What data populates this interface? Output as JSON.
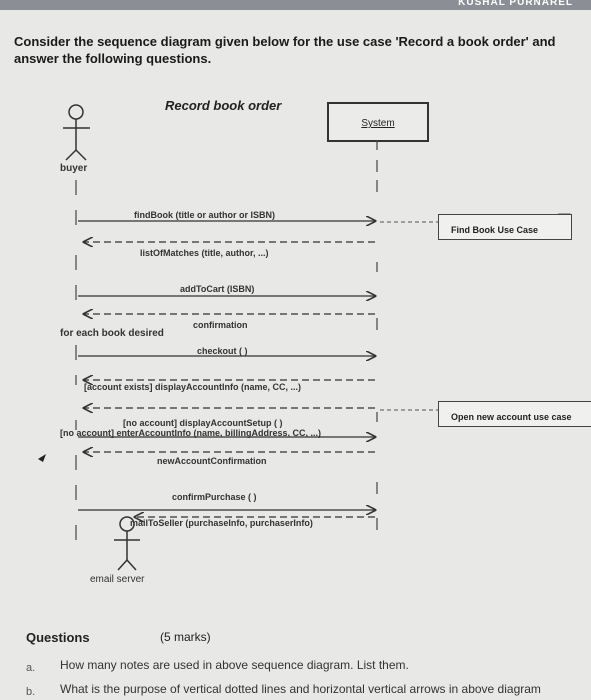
{
  "header": {
    "top_strip_text": "KUSHAL PURNAREL"
  },
  "prompt": "Consider the sequence diagram given below for the use case 'Record a book order' and answer the following questions.",
  "diagram": {
    "title": "Record book order",
    "system_label": "System",
    "buyer_label": "buyer",
    "email_label": "email server",
    "messages": {
      "find_book": "findBook (title or author or ISBN)",
      "list_matches": "listOfMatches (title, author, ...)",
      "add_to_cart": "addToCart (ISBN)",
      "confirmation": "confirmation",
      "for_each": "for each book desired",
      "checkout": "checkout ( )",
      "account_exists": "[account exists] displayAccountInfo (name, CC, ...)",
      "no_account_setup": "[no account] displayAccountSetup ( )",
      "no_account_enter": "[no account] enterAccountInfo (name, billingAddress, CC, ...)",
      "new_account_conf": "newAccountConfirmation",
      "confirm_purchase": "confirmPurchase ( )",
      "mail_to_seller": "mailToSeller (purchaseInfo, purchaserInfo)"
    },
    "notes": {
      "find_book_use_case": "Find Book Use Case",
      "open_new_account": "Open new account use case"
    }
  },
  "questions": {
    "heading": "Questions",
    "marks": "(5 marks)",
    "items": [
      {
        "num": "a.",
        "text": "How many notes are used in above sequence diagram. List them."
      },
      {
        "num": "b.",
        "text": "What is the purpose of vertical dotted lines and horizontal vertical arrows in above diagram"
      }
    ]
  }
}
